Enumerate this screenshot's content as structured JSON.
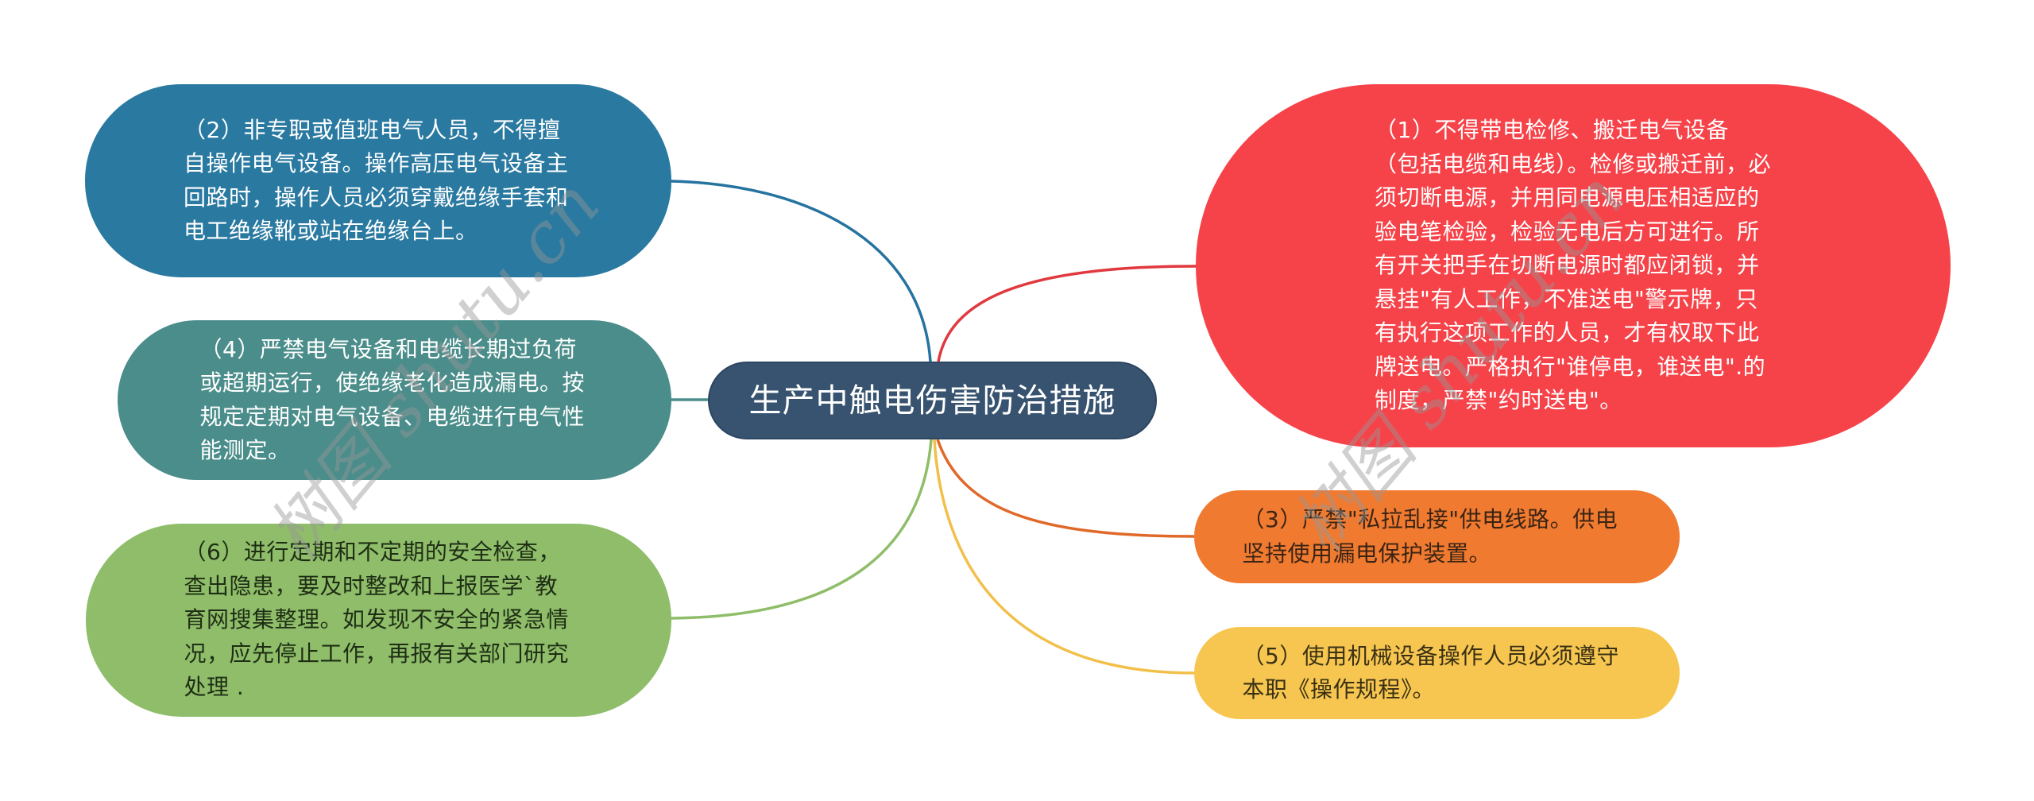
{
  "mindmap": {
    "root": {
      "label": "生产中触电伤害防治措施",
      "color": "#37536f"
    },
    "branches": [
      {
        "id": "1",
        "label": "（1）不得带电检修、搬迁电气设备（包括电缆和电线）。检修或搬迁前，必须切断电源，并用同电源电压相适应的验电笔检验，检验无电后方可进行。所有开关把手在切断电源时都应闭锁，并悬挂\"有人工作，不准送电\"警示牌，只有执行这项工作的人员，才有权取下此牌送电。严格执行\"谁停电，谁送电\".的制度，严禁\"约时送电\"。",
        "color": "#f64349",
        "side": "right"
      },
      {
        "id": "2",
        "label": "（2）非专职或值班电气人员，不得擅自操作电气设备。操作高压电气设备主回路时，操作人员必须穿戴绝缘手套和电工绝缘靴或站在绝缘台上。",
        "color": "#2979a0",
        "side": "left"
      },
      {
        "id": "3",
        "label": "（3）严禁\"私拉乱接\"供电线路。供电坚持使用漏电保护装置。",
        "color": "#f07a30",
        "side": "right"
      },
      {
        "id": "4",
        "label": "（4）严禁电气设备和电缆长期过负荷或超期运行，使绝缘老化造成漏电。按规定定期对电气设备、电缆进行电气性能测定。",
        "color": "#4a8d8a",
        "side": "left"
      },
      {
        "id": "5",
        "label": "（5）使用机械设备操作人员必须遵守本职《操作规程》。",
        "color": "#f6c650",
        "side": "right"
      },
      {
        "id": "6",
        "label": "（6）进行定期和不定期的安全检查，查出隐患，要及时整改和上报医学`教育网搜集整理。如发现不安全的紧急情况，应先停止工作，再报有关部门研究处理 .",
        "color": "#8fbd6a",
        "side": "left"
      }
    ]
  },
  "watermark": {
    "text": "树图 shutu.cn"
  }
}
